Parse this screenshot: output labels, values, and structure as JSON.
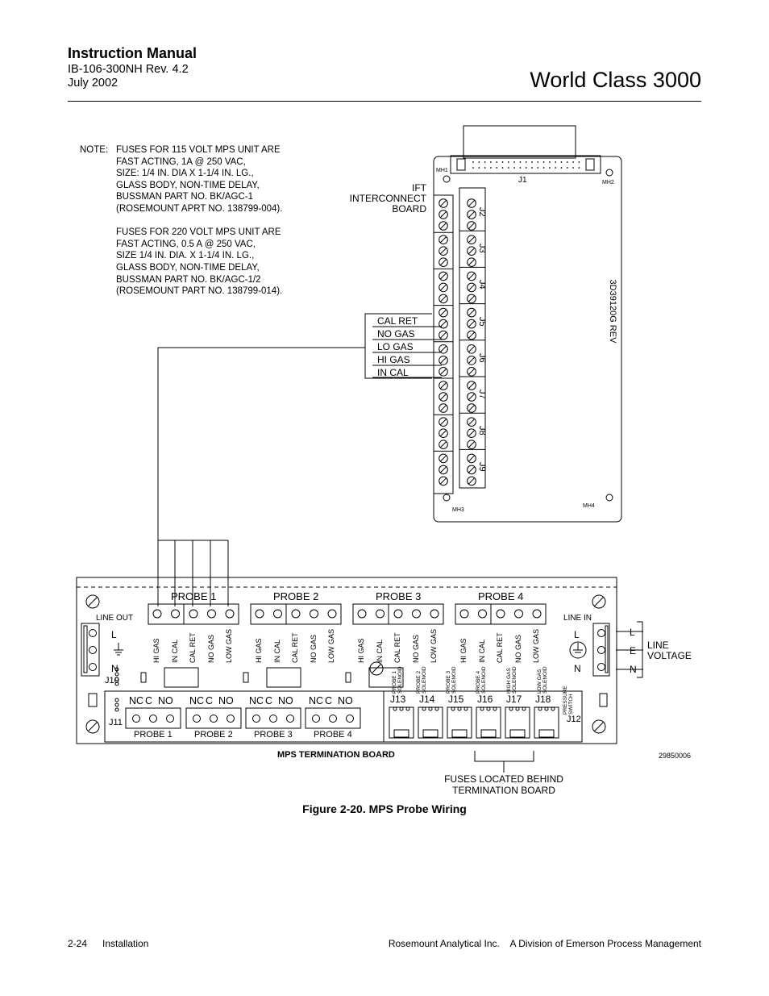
{
  "header": {
    "manual_title": "Instruction Manual",
    "doc_number": "IB-106-300NH Rev. 4.2",
    "date": "July 2002",
    "product": "World Class 3000"
  },
  "note": {
    "label": "NOTE:",
    "lines_115": [
      "FUSES FOR 115 VOLT MPS UNIT ARE",
      "FAST ACTING, 1A @ 250 VAC,",
      "SIZE: 1/4 IN. DIA X 1-1/4 IN. LG.,",
      "GLASS BODY, NON-TIME DELAY,",
      "BUSSMAN PART NO. BK/AGC-1",
      "(ROSEMOUNT APRT NO. 138799-004)."
    ],
    "lines_220": [
      "FUSES FOR 220 VOLT MPS UNIT ARE",
      "FAST ACTING, 0.5 A @ 250 VAC,",
      "SIZE 1/4 IN. DIA. X 1-1/4 IN. LG.,",
      "GLASS BODY, NON-TIME DELAY,",
      "BUSSMAN PART NO. BK/AGC-1/2",
      "(ROSEMOUNT PART NO. 138799-014)."
    ]
  },
  "ift_board": {
    "label_lines": [
      "IFT",
      "INTERCONNECT",
      "BOARD"
    ],
    "top_connector": "J1",
    "mounting_holes": [
      "MH1",
      "MH2",
      "MH3",
      "MH4"
    ],
    "connectors": [
      "J2",
      "J3",
      "J4",
      "J5",
      "J6",
      "J7",
      "J8",
      "J9"
    ],
    "part_number": "3D39120G REV",
    "signals": [
      "CAL  RET",
      "NO  GAS",
      "LO  GAS",
      "HI  GAS",
      "IN  CAL"
    ]
  },
  "mps_board": {
    "title": "MPS  TERMINATION  BOARD",
    "probe_groups": [
      "PROBE 1",
      "PROBE 2",
      "PROBE 3",
      "PROBE 4"
    ],
    "probe_terminals": [
      "HI GAS",
      "IN CAL",
      "CAL RET",
      "NO GAS",
      "LOW GAS"
    ],
    "probe_terminals_group4": [
      "HI GAS",
      "IN CAL",
      "CAL RET",
      "NO GAS",
      "LOW GAS"
    ],
    "line_out": "LINE  OUT",
    "line_in": "LINE  IN",
    "L": "L",
    "N": "N",
    "E": "E",
    "j10": "J10",
    "j11": "J11",
    "j12": "J12",
    "relay_terms": [
      "NC",
      "C",
      "NO"
    ],
    "relay_labels": [
      "PROBE 1",
      "PROBE 2",
      "PROBE 3",
      "PROBE 4"
    ],
    "solenoid_jacks": [
      "J13",
      "J14",
      "J15",
      "J16",
      "J17",
      "J18"
    ],
    "solenoid_labels": [
      [
        "PROBE 1",
        "SOLENOID"
      ],
      [
        "PROBE 2",
        "SOLENOID"
      ],
      [
        "PROBE 3",
        "SOLENOID"
      ],
      [
        "PROBE 4",
        "SOLENOID"
      ],
      [
        "HIGH GAS",
        "SOLENOID"
      ],
      [
        "LOW GAS",
        "SOLENOID"
      ],
      [
        "PRESSURE",
        "SWITCH"
      ]
    ],
    "line_voltage_terms": [
      "L",
      "E",
      "N"
    ],
    "line_voltage_label": [
      "LINE",
      "VOLTAGE"
    ],
    "drawing_number": "29850006",
    "fuse_note": [
      "FUSES LOCATED BEHIND",
      "TERMINATION BOARD"
    ]
  },
  "caption": "Figure 2-20.  MPS Probe Wiring",
  "footer": {
    "page": "2-24",
    "section": "Installation",
    "company": "Rosemount Analytical Inc.    A Division of Emerson Process Management"
  }
}
